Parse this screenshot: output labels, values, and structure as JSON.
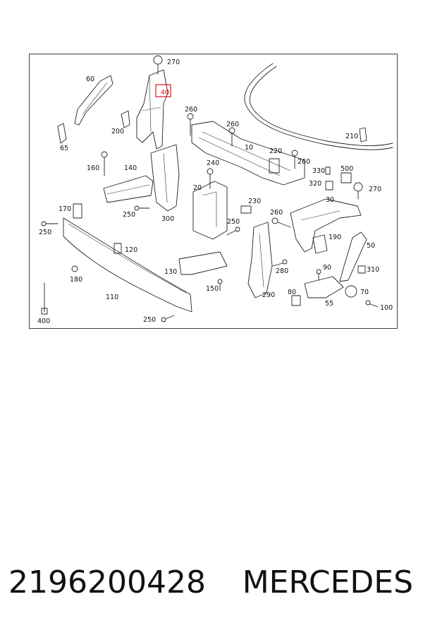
{
  "diagram": {
    "highlighted_label": "40",
    "labels": {
      "l270a": "270",
      "l60": "60",
      "l65": "65",
      "l200": "200",
      "l260a": "260",
      "l260b": "260",
      "l10": "10",
      "l210": "210",
      "l220": "220",
      "l260c": "260",
      "l330": "330",
      "l500": "500",
      "l320": "320",
      "l270b": "270",
      "l160": "160",
      "l140": "140",
      "l240": "240",
      "l20": "20",
      "l230": "230",
      "l30": "30",
      "l170": "170",
      "l250a": "250",
      "l300": "300",
      "l260d": "260",
      "l250b": "250",
      "l250c": "250",
      "l190": "190",
      "l50": "50",
      "l120": "120",
      "l180": "180",
      "l130": "130",
      "l280": "280",
      "l90": "90",
      "l310": "310",
      "l150": "150",
      "l290": "290",
      "l80": "80",
      "l70": "70",
      "l110": "110",
      "l55": "55",
      "l100": "100",
      "l250d": "250",
      "l400": "400"
    }
  },
  "footer": {
    "part_number": "2196200428",
    "brand": "MERCEDES"
  }
}
